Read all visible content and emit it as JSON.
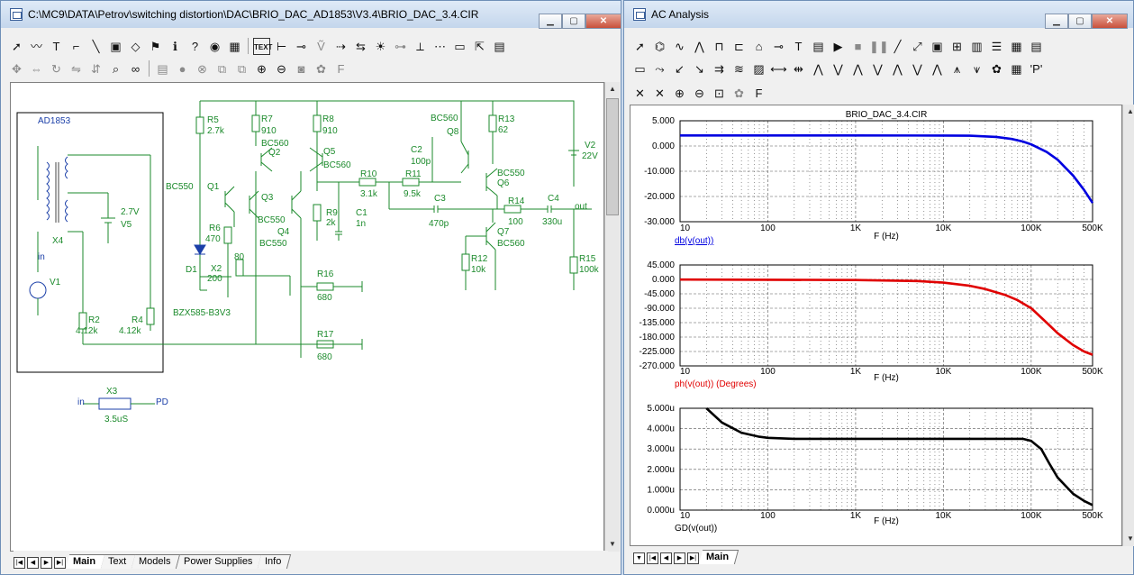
{
  "schematic_window": {
    "title": "C:\\MC9\\DATA\\Petrov\\switching distortion\\DAC\\BRIO_DAC_AD1853\\V3.4\\BRIO_DAC_3.4.CIR",
    "tabs": [
      "Main",
      "Text",
      "Models",
      "Power Supplies",
      "Info"
    ],
    "active_tab": "Main"
  },
  "schematic": {
    "box_label": "AD1853",
    "labels": {
      "r5": "R5",
      "r5v": "2.7k",
      "r7": "R7",
      "r7v": "910",
      "r8": "R8",
      "r8v": "910",
      "bc560a": "BC560",
      "q2": "Q2",
      "q5": "Q5",
      "bc560b": "BC560",
      "bc560c": "BC560",
      "q8": "Q8",
      "r13": "R13",
      "r13v": "62",
      "c2": "C2",
      "c2v": "100p",
      "v2": "V2",
      "v2v": "22V",
      "r10": "R10",
      "r10v": "3.1k",
      "r11": "R11",
      "r11v": "9.5k",
      "bc550a": "BC550",
      "q6": "Q6",
      "bc550b": "BC550",
      "q1": "Q1",
      "q3": "Q3",
      "bc550c": "BC550",
      "q4": "Q4",
      "bc550d": "BC550",
      "c3": "C3",
      "c3v": "470p",
      "r14": "R14",
      "r14v": "100",
      "c4": "C4",
      "c4v": "330u",
      "out": "out",
      "r9": "R9",
      "r9v": "2k",
      "c1": "C1",
      "c1v": "1n",
      "r6": "R6",
      "r6v": "470",
      "x2v1": "80",
      "x2": "X2",
      "x2v2": "200",
      "d1": "D1",
      "d1v": "BZX585-B3V3",
      "q7": "Q7",
      "bc560d": "BC560",
      "r12": "R12",
      "r12v": "10k",
      "r15": "R15",
      "r15v": "100k",
      "r16": "R16",
      "r16v": "680",
      "r17": "R17",
      "r17v": "680",
      "v5a": "2.7V",
      "v5": "V5",
      "x4": "X4",
      "in": "in",
      "v1": "V1",
      "r2": "R2",
      "r2v": "4.12k",
      "r4": "R4",
      "r4v": "4.12k",
      "x3": "X3",
      "x3v": "3.5uS",
      "x3in": "in",
      "x3out": "PD"
    }
  },
  "analysis_window": {
    "title": "AC Analysis",
    "tabs": [
      "Main"
    ],
    "active_tab": "Main"
  },
  "chart_data": [
    {
      "type": "line",
      "title": "BRIO_DAC_3.4.CIR",
      "x_scale": "log",
      "xlim": [
        10,
        500000
      ],
      "x_ticks": [
        "10",
        "100",
        "1K",
        "10K",
        "100K",
        "500K"
      ],
      "xlabel": "F (Hz)",
      "ylim": [
        -30,
        5
      ],
      "y_ticks": [
        "5.000",
        "0.000",
        "-10.000",
        "-20.000",
        "-30.000"
      ],
      "series": [
        {
          "name": "db(v(out))",
          "color": "#0000e0",
          "x": [
            10,
            100,
            1000,
            10000,
            20000,
            40000,
            60000,
            80000,
            100000,
            150000,
            200000,
            300000,
            400000,
            500000
          ],
          "y": [
            -0.1,
            -0.1,
            -0.1,
            -0.12,
            -0.2,
            -0.6,
            -1.3,
            -2.2,
            -3.2,
            -5.8,
            -8.5,
            -14.0,
            -19.0,
            -23.5
          ]
        }
      ]
    },
    {
      "type": "line",
      "x_scale": "log",
      "xlim": [
        10,
        500000
      ],
      "x_ticks": [
        "10",
        "100",
        "1K",
        "10K",
        "100K",
        "500K"
      ],
      "xlabel": "F (Hz)",
      "ylim": [
        -270,
        45
      ],
      "y_ticks": [
        "45.000",
        "0.000",
        "-45.000",
        "-90.000",
        "-135.000",
        "-180.000",
        "-225.000",
        "-270.000"
      ],
      "series": [
        {
          "name": "ph(v(out)) (Degrees)",
          "color": "#e00000",
          "x": [
            10,
            100,
            1000,
            5000,
            10000,
            20000,
            30000,
            50000,
            70000,
            100000,
            150000,
            200000,
            300000,
            400000,
            500000
          ],
          "y": [
            -0.5,
            -1,
            -2,
            -5,
            -10,
            -20,
            -30,
            -48,
            -65,
            -90,
            -135,
            -168,
            -205,
            -225,
            -235
          ]
        }
      ]
    },
    {
      "type": "line",
      "x_scale": "log",
      "xlim": [
        10,
        500000
      ],
      "x_ticks": [
        "10",
        "100",
        "1K",
        "10K",
        "100K",
        "500K"
      ],
      "xlabel": "F (Hz)",
      "ylim": [
        0,
        5
      ],
      "y_ticks": [
        "5.000u",
        "4.000u",
        "3.000u",
        "2.000u",
        "1.000u",
        "0.000u"
      ],
      "series": [
        {
          "name": "GD(v(out))",
          "color": "#000000",
          "x": [
            20,
            30,
            50,
            80,
            100,
            200,
            1000,
            10000,
            50000,
            80000,
            100000,
            130000,
            160000,
            200000,
            300000,
            400000,
            500000
          ],
          "y": [
            5.0,
            4.3,
            3.8,
            3.6,
            3.55,
            3.5,
            3.5,
            3.5,
            3.5,
            3.5,
            3.4,
            3.0,
            2.3,
            1.6,
            0.8,
            0.45,
            0.25
          ]
        }
      ]
    }
  ]
}
